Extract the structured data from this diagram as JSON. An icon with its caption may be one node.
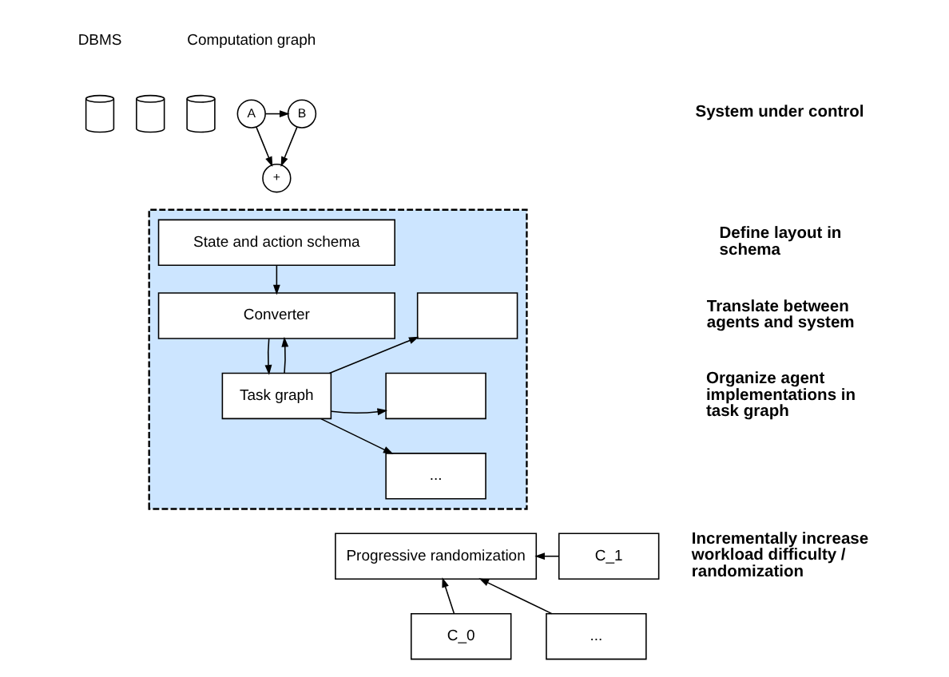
{
  "diagram": {
    "nodes": [
      {
        "text": [
          "A"
        ]
      },
      {
        "text": [
          "B"
        ]
      },
      {
        "text": [
          "+"
        ]
      },
      {
        "text": [],
        "shape": "cylinder"
      },
      {
        "text": [],
        "shape": "cylinder"
      },
      {
        "text": [],
        "shape": "cylinder"
      },
      {
        "text": [],
        "shape": "box"
      },
      {
        "text": [
          "State and action schema"
        ],
        "in": 6
      },
      {
        "text": [
          "Converter"
        ],
        "in": 6
      },
      {
        "text": [
          "Task graph"
        ],
        "in": 6
      },
      {
        "text": [],
        "shape": "box",
        "in": 6
      },
      {
        "text": [],
        "shape": "box",
        "in": 6
      },
      {
        "text": [
          "..."
        ],
        "in": 6
      },
      {
        "text": [
          "Progressive randomization"
        ]
      },
      {
        "text": [
          "C_0"
        ]
      },
      {
        "text": [
          "C_1"
        ]
      },
      {
        "text": [
          "..."
        ]
      }
    ],
    "edges": [
      {
        "from": 0,
        "to": 1,
        "arrow": "to"
      },
      {
        "from": 0,
        "to": 2,
        "arrow": "to"
      },
      {
        "from": 1,
        "to": 2,
        "arrow": "to"
      },
      {
        "from": 7,
        "to": 8,
        "arrow": "to"
      },
      {
        "from": 8,
        "to": 9,
        "arrow": "to"
      },
      {
        "from": 9,
        "to": 8,
        "arrow": "to"
      },
      {
        "from": 9,
        "to": 10,
        "arrow": "to"
      },
      {
        "from": 9,
        "to": 11,
        "arrow": "to"
      },
      {
        "from": 9,
        "to": 12,
        "arrow": "to"
      },
      {
        "from": 14,
        "to": 13,
        "arrow": "to"
      },
      {
        "from": 15,
        "to": 13,
        "arrow": "to"
      },
      {
        "from": 16,
        "to": 13,
        "arrow": "to"
      }
    ],
    "labels": [
      "DBMS",
      "Computation graph",
      "System under control",
      "Define layout in schema",
      "Translate between agents and system",
      "Organize agent implementations in task graph",
      "Incrementally increase workload difficulty / randomization"
    ]
  }
}
